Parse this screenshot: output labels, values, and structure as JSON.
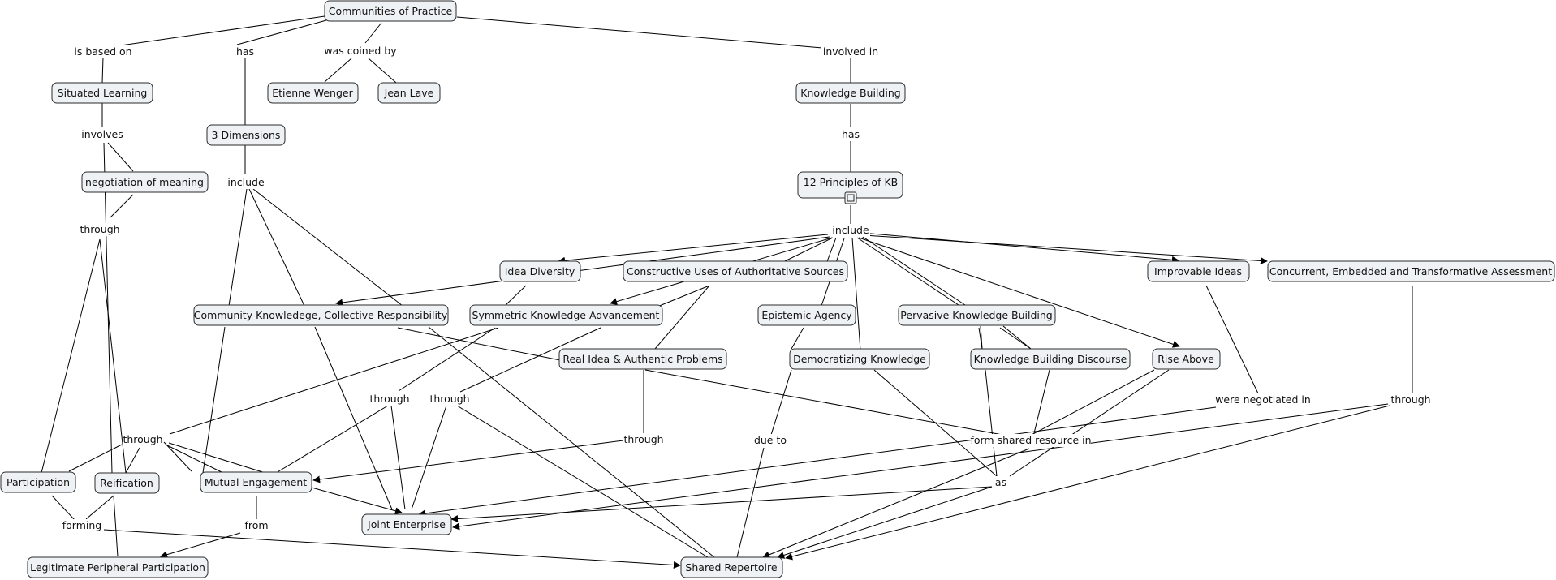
{
  "concepts": {
    "cop": "Communities of Practice",
    "situated": "Situated Learning",
    "wenger": "Etienne Wenger",
    "lave": "Jean Lave",
    "kb": "Knowledge Building",
    "dims": "3 Dimensions",
    "negotiation": "negotiation of meaning",
    "principles": "12 Principles of KB",
    "idea_div": "Idea Diversity",
    "constructive": "Constructive Uses of Authoritative Sources",
    "improvable": "Improvable Ideas",
    "concurrent": "Concurrent, Embedded and Transformative Assessment",
    "community": "Community Knowledege, Collective Responsibility",
    "symmetric": "Symmetric Knowledge Advancement",
    "epistemic": "Epistemic Agency",
    "pervasive": "Pervasive Knowledge Building",
    "real_idea": "Real Idea & Authentic Problems",
    "democratizing": "Democratizing Knowledge",
    "kb_discourse": "Knowledge Building Discourse",
    "rise_above": "Rise Above",
    "participation": "Participation",
    "reification": "Reification",
    "mutual": "Mutual Engagement",
    "joint": "Joint Enterprise",
    "lpp": "Legitimate Peripheral Participation",
    "shared": "Shared Repertoire"
  },
  "phrases": {
    "is_based_on": "is based on",
    "has1": "has",
    "coined": "was coined by",
    "involved": "involved in",
    "involves": "involves",
    "has2": "has",
    "include1": "include",
    "include2": "include",
    "through_neg": "through",
    "through_a": "through",
    "through_b": "through",
    "through_left": "through",
    "through_real": "through",
    "due_to": "due to",
    "negotiated_in": "were negotiated in",
    "through_right": "through",
    "form_shared": "form shared resource in",
    "as": "as",
    "forming": "forming",
    "from": "from"
  },
  "icons": {
    "resource": "resource-document-icon"
  }
}
